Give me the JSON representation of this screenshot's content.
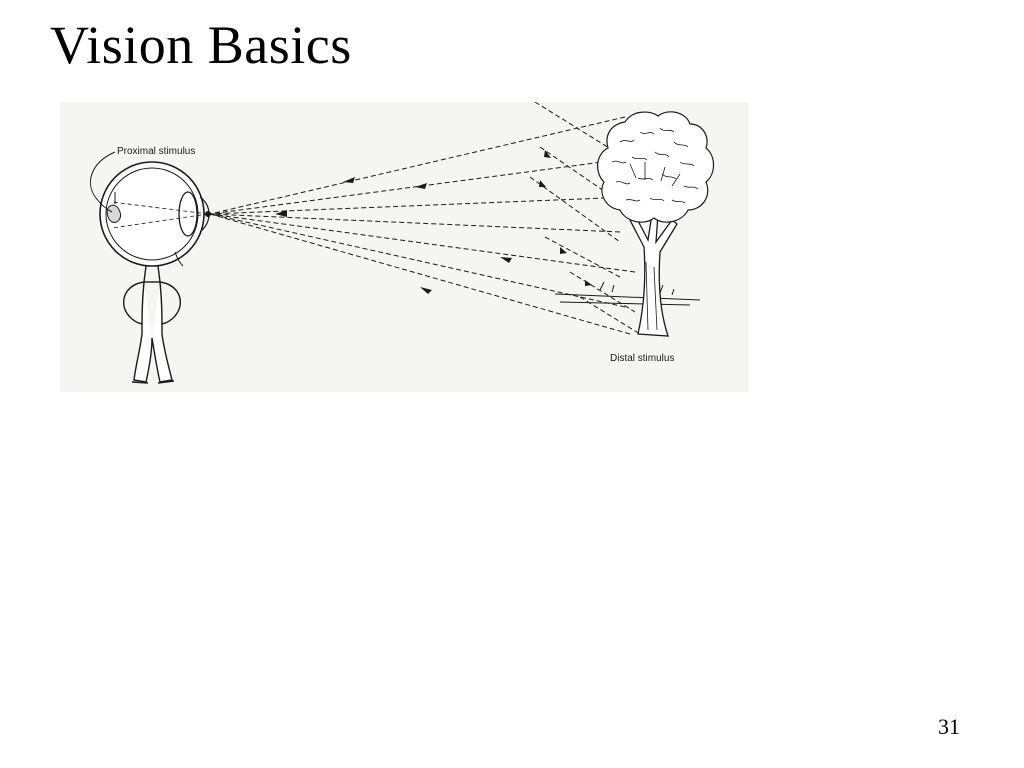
{
  "slide": {
    "title": "Vision Basics",
    "page_number": "31"
  },
  "diagram": {
    "labels": {
      "proximal": "Proximal stimulus",
      "distal": "Distal stimulus"
    },
    "icons": [
      "eye-figure-icon",
      "tree-icon",
      "light-ray-arrows"
    ],
    "colors": {
      "ink": "#1a1a1a",
      "paper": "#f5f5f3"
    }
  }
}
